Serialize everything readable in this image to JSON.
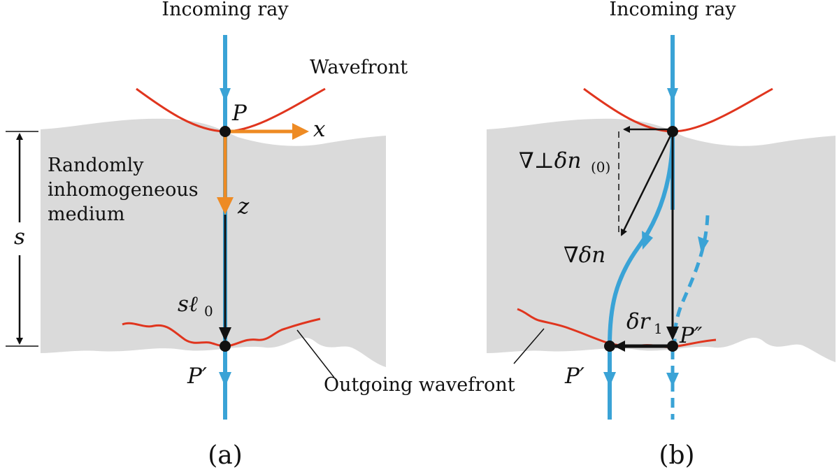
{
  "colors": {
    "ray": "#3AA3D6",
    "wavefront": "#E0351E",
    "axis": "#EE8B24",
    "medium": "#DADADA",
    "ink": "#111111"
  },
  "panel_a": {
    "incoming_ray": "Incoming ray",
    "wavefront": "Wavefront",
    "point_p": "P",
    "axis_x": "x",
    "axis_z": "z",
    "medium_line1": "Randomly",
    "medium_line2": "inhomogeneous",
    "medium_line3": "medium",
    "distance": "s",
    "path_vector": "sℓ",
    "path_vector_sub": "0",
    "point_p_prime": "P′",
    "caption": "(a)"
  },
  "panel_b": {
    "incoming_ray": "Incoming ray",
    "grad_perp": "∇⊥δn",
    "grad_perp_arg": "(0)",
    "grad": "∇δn",
    "displacement": "δr",
    "displacement_sub": "1",
    "point_p_double_prime": "P″",
    "point_p_prime": "P′",
    "caption": "(b)"
  },
  "outgoing_wavefront": "Outgoing wavefront"
}
